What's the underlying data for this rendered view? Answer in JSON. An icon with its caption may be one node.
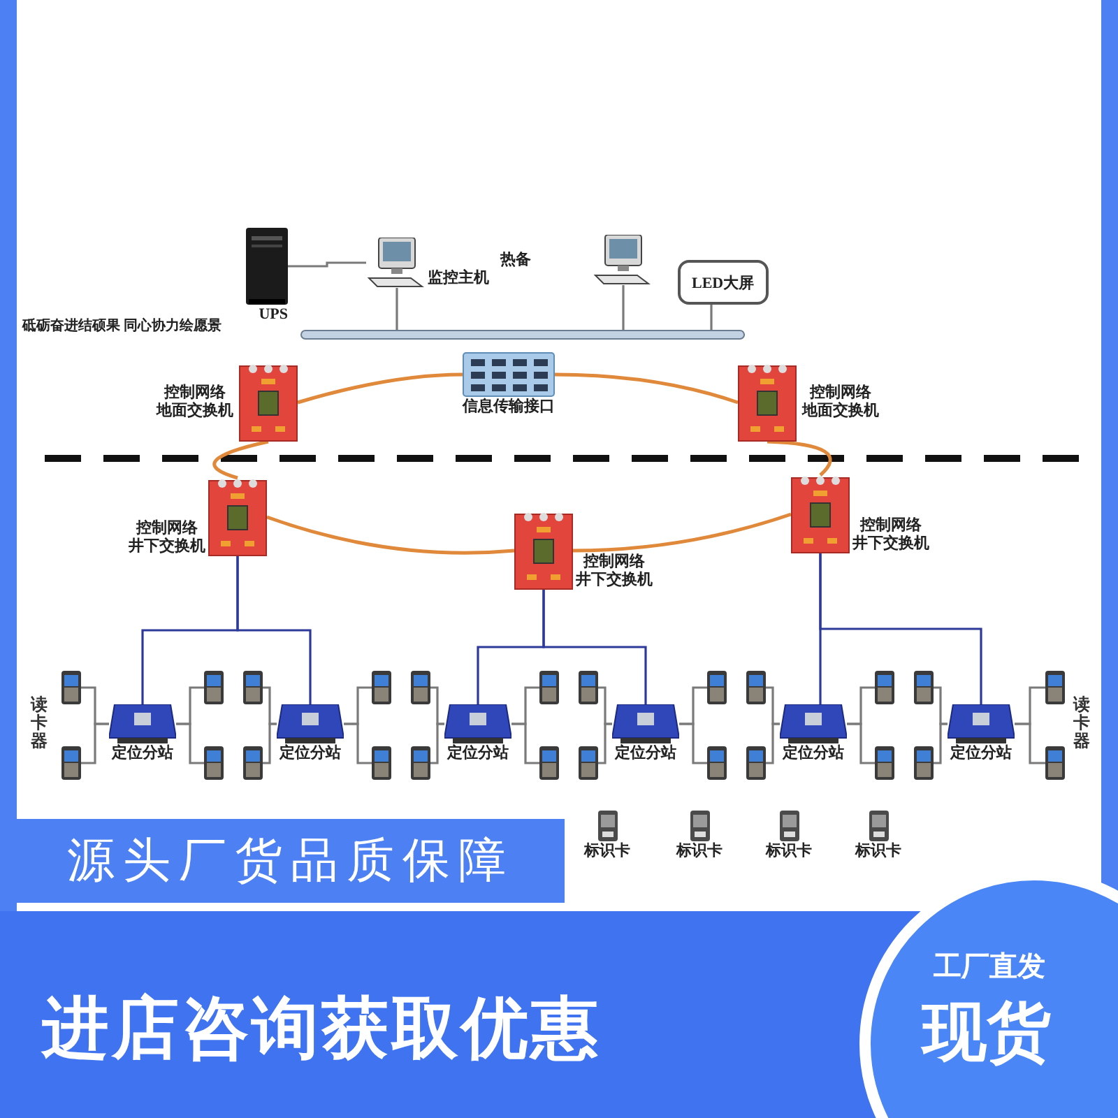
{
  "diagram": {
    "nodes": [
      {
        "text": [
          "UPS"
        ]
      },
      {
        "text": [
          "监控主机"
        ]
      },
      {
        "text": [
          "热备"
        ]
      },
      {
        "text": [
          "LED大屏"
        ]
      },
      {
        "text": [],
        "shape": "bar"
      },
      {
        "text": [
          "信息传输接口"
        ]
      },
      {
        "text": [
          "控制网络",
          "地面交换机"
        ]
      },
      {
        "text": [
          "控制网络",
          "地面交换机"
        ]
      },
      {
        "text": [
          "控制网络",
          "井下交换机"
        ]
      },
      {
        "text": [
          "控制网络",
          "井下交换机"
        ]
      },
      {
        "text": [
          "控制网络",
          "井下交换机"
        ]
      },
      {
        "text": [
          "定位分站"
        ]
      },
      {
        "text": [
          "定位分站"
        ]
      },
      {
        "text": [
          "定位分站"
        ]
      },
      {
        "text": [
          "定位分站"
        ]
      },
      {
        "text": [
          "定位分站"
        ]
      },
      {
        "text": [
          "定位分站"
        ]
      },
      {
        "text": [],
        "shape": "picture"
      },
      {
        "text": [],
        "shape": "picture"
      },
      {
        "text": [],
        "shape": "picture"
      },
      {
        "text": [],
        "shape": "picture"
      },
      {
        "text": [],
        "shape": "picture"
      },
      {
        "text": [],
        "shape": "picture"
      },
      {
        "text": [],
        "shape": "picture"
      },
      {
        "text": [],
        "shape": "picture"
      },
      {
        "text": [],
        "shape": "picture"
      },
      {
        "text": [],
        "shape": "picture"
      },
      {
        "text": [],
        "shape": "picture"
      },
      {
        "text": [],
        "shape": "picture"
      },
      {
        "text": [],
        "shape": "picture"
      },
      {
        "text": [],
        "shape": "picture"
      },
      {
        "text": [],
        "shape": "picture"
      },
      {
        "text": [],
        "shape": "picture"
      },
      {
        "text": [],
        "shape": "picture"
      },
      {
        "text": [],
        "shape": "picture"
      },
      {
        "text": [],
        "shape": "picture"
      },
      {
        "text": [],
        "shape": "picture"
      },
      {
        "text": [],
        "shape": "picture"
      },
      {
        "text": [],
        "shape": "picture"
      },
      {
        "text": [],
        "shape": "picture"
      },
      {
        "text": [],
        "shape": "picture"
      },
      {
        "text": [
          "标识卡"
        ]
      },
      {
        "text": [
          "标识卡"
        ]
      },
      {
        "text": [
          "标识卡"
        ]
      },
      {
        "text": [
          "标识卡"
        ]
      }
    ],
    "edges": [
      {
        "from": 0,
        "to": 1,
        "arrow": "none"
      },
      {
        "from": 1,
        "to": 4,
        "arrow": "none"
      },
      {
        "from": 2,
        "to": 4,
        "arrow": "none"
      },
      {
        "from": 3,
        "to": 4,
        "arrow": "none"
      },
      {
        "from": 6,
        "to": 5,
        "arrow": "none",
        "color": "#e0893a"
      },
      {
        "from": 5,
        "to": 7,
        "arrow": "none",
        "color": "#e0893a"
      },
      {
        "from": 7,
        "to": 10,
        "arrow": "none",
        "color": "#e0893a"
      },
      {
        "from": 10,
        "to": 9,
        "arrow": "none",
        "color": "#e0893a"
      },
      {
        "from": 9,
        "to": 8,
        "arrow": "none",
        "color": "#e0893a"
      },
      {
        "from": 8,
        "to": 6,
        "arrow": "none",
        "color": "#e0893a"
      },
      {
        "from": 8,
        "to": 11,
        "arrow": "none",
        "color": "#2d3a9a"
      },
      {
        "from": 8,
        "to": 12,
        "arrow": "none",
        "color": "#2d3a9a"
      },
      {
        "from": 9,
        "to": 13,
        "arrow": "none",
        "color": "#2d3a9a"
      },
      {
        "from": 9,
        "to": 14,
        "arrow": "none",
        "color": "#2d3a9a"
      },
      {
        "from": 10,
        "to": 15,
        "arrow": "none",
        "color": "#2d3a9a"
      },
      {
        "from": 10,
        "to": 16,
        "arrow": "none",
        "color": "#2d3a9a"
      },
      {
        "from": 11,
        "to": 17,
        "arrow": "none"
      },
      {
        "from": 11,
        "to": 18,
        "arrow": "none"
      },
      {
        "from": 11,
        "to": 19,
        "arrow": "none"
      },
      {
        "from": 11,
        "to": 20,
        "arrow": "none"
      },
      {
        "from": 12,
        "to": 21,
        "arrow": "none"
      },
      {
        "from": 12,
        "to": 22,
        "arrow": "none"
      },
      {
        "from": 12,
        "to": 23,
        "arrow": "none"
      },
      {
        "from": 12,
        "to": 24,
        "arrow": "none"
      },
      {
        "from": 13,
        "to": 25,
        "arrow": "none"
      },
      {
        "from": 13,
        "to": 26,
        "arrow": "none"
      },
      {
        "from": 13,
        "to": 27,
        "arrow": "none"
      },
      {
        "from": 13,
        "to": 28,
        "arrow": "none"
      },
      {
        "from": 14,
        "to": 29,
        "arrow": "none"
      },
      {
        "from": 14,
        "to": 30,
        "arrow": "none"
      },
      {
        "from": 14,
        "to": 31,
        "arrow": "none"
      },
      {
        "from": 14,
        "to": 32,
        "arrow": "none"
      },
      {
        "from": 15,
        "to": 33,
        "arrow": "none"
      },
      {
        "from": 15,
        "to": 34,
        "arrow": "none"
      },
      {
        "from": 15,
        "to": 35,
        "arrow": "none"
      },
      {
        "from": 15,
        "to": 36,
        "arrow": "none"
      },
      {
        "from": 16,
        "to": 37,
        "arrow": "none"
      },
      {
        "from": 16,
        "to": 38,
        "arrow": "none"
      },
      {
        "from": 16,
        "to": 39,
        "arrow": "none"
      },
      {
        "from": 16,
        "to": 40,
        "arrow": "none"
      }
    ],
    "labels": [
      "砥砺奋进结硕果 同心协力绘愿景",
      "读卡器",
      "读卡器",
      "源头厂货品质保障",
      "工厂直发",
      "进店咨询获取优惠",
      "现货"
    ]
  }
}
